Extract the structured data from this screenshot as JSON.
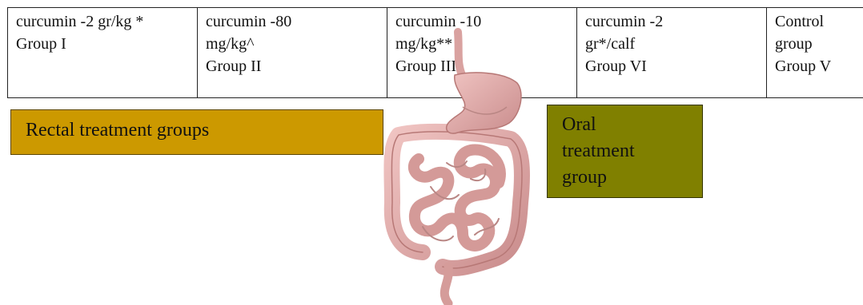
{
  "groups": [
    {
      "label": "curcumin -2 gr/kg *\nGroup I"
    },
    {
      "label": "curcumin -80\nmg/kg^\nGroup II"
    },
    {
      "label": "curcumin -10\nmg/kg**\nGroup III"
    },
    {
      "label": "curcumin -2\ngr*/calf\nGroup VI"
    },
    {
      "label": "Control group\nGroup V"
    }
  ],
  "labels": {
    "rectal": "Rectal treatment groups",
    "oral": "Oral\ntreatment\ngroup"
  },
  "colors": {
    "rectal_fill": "#cc9900",
    "oral_fill": "#808000",
    "tissue": "#e0a8a8"
  },
  "image": {
    "icon": "digestive-tract-icon"
  }
}
